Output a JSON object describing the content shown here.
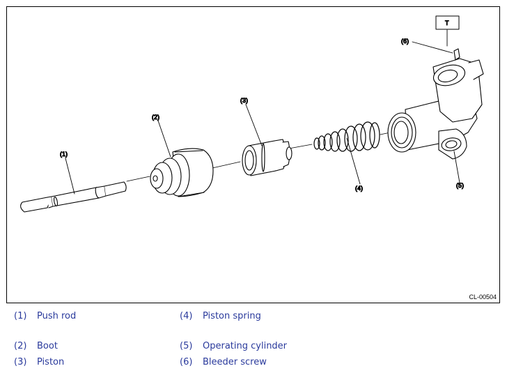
{
  "figure": {
    "code": "CL-00504",
    "torque_box": "T",
    "callouts": [
      "(1)",
      "(2)",
      "(3)",
      "(4)",
      "(5)",
      "(6)"
    ]
  },
  "legend": [
    {
      "num": "(1)",
      "name": "Push rod"
    },
    {
      "num": "(2)",
      "name": "Boot"
    },
    {
      "num": "(3)",
      "name": "Piston"
    },
    {
      "num": "(4)",
      "name": "Piston spring"
    },
    {
      "num": "(5)",
      "name": "Operating cylinder"
    },
    {
      "num": "(6)",
      "name": "Bleeder screw"
    }
  ],
  "colors": {
    "legend_text": "#2a3a9c",
    "line": "#000000"
  }
}
